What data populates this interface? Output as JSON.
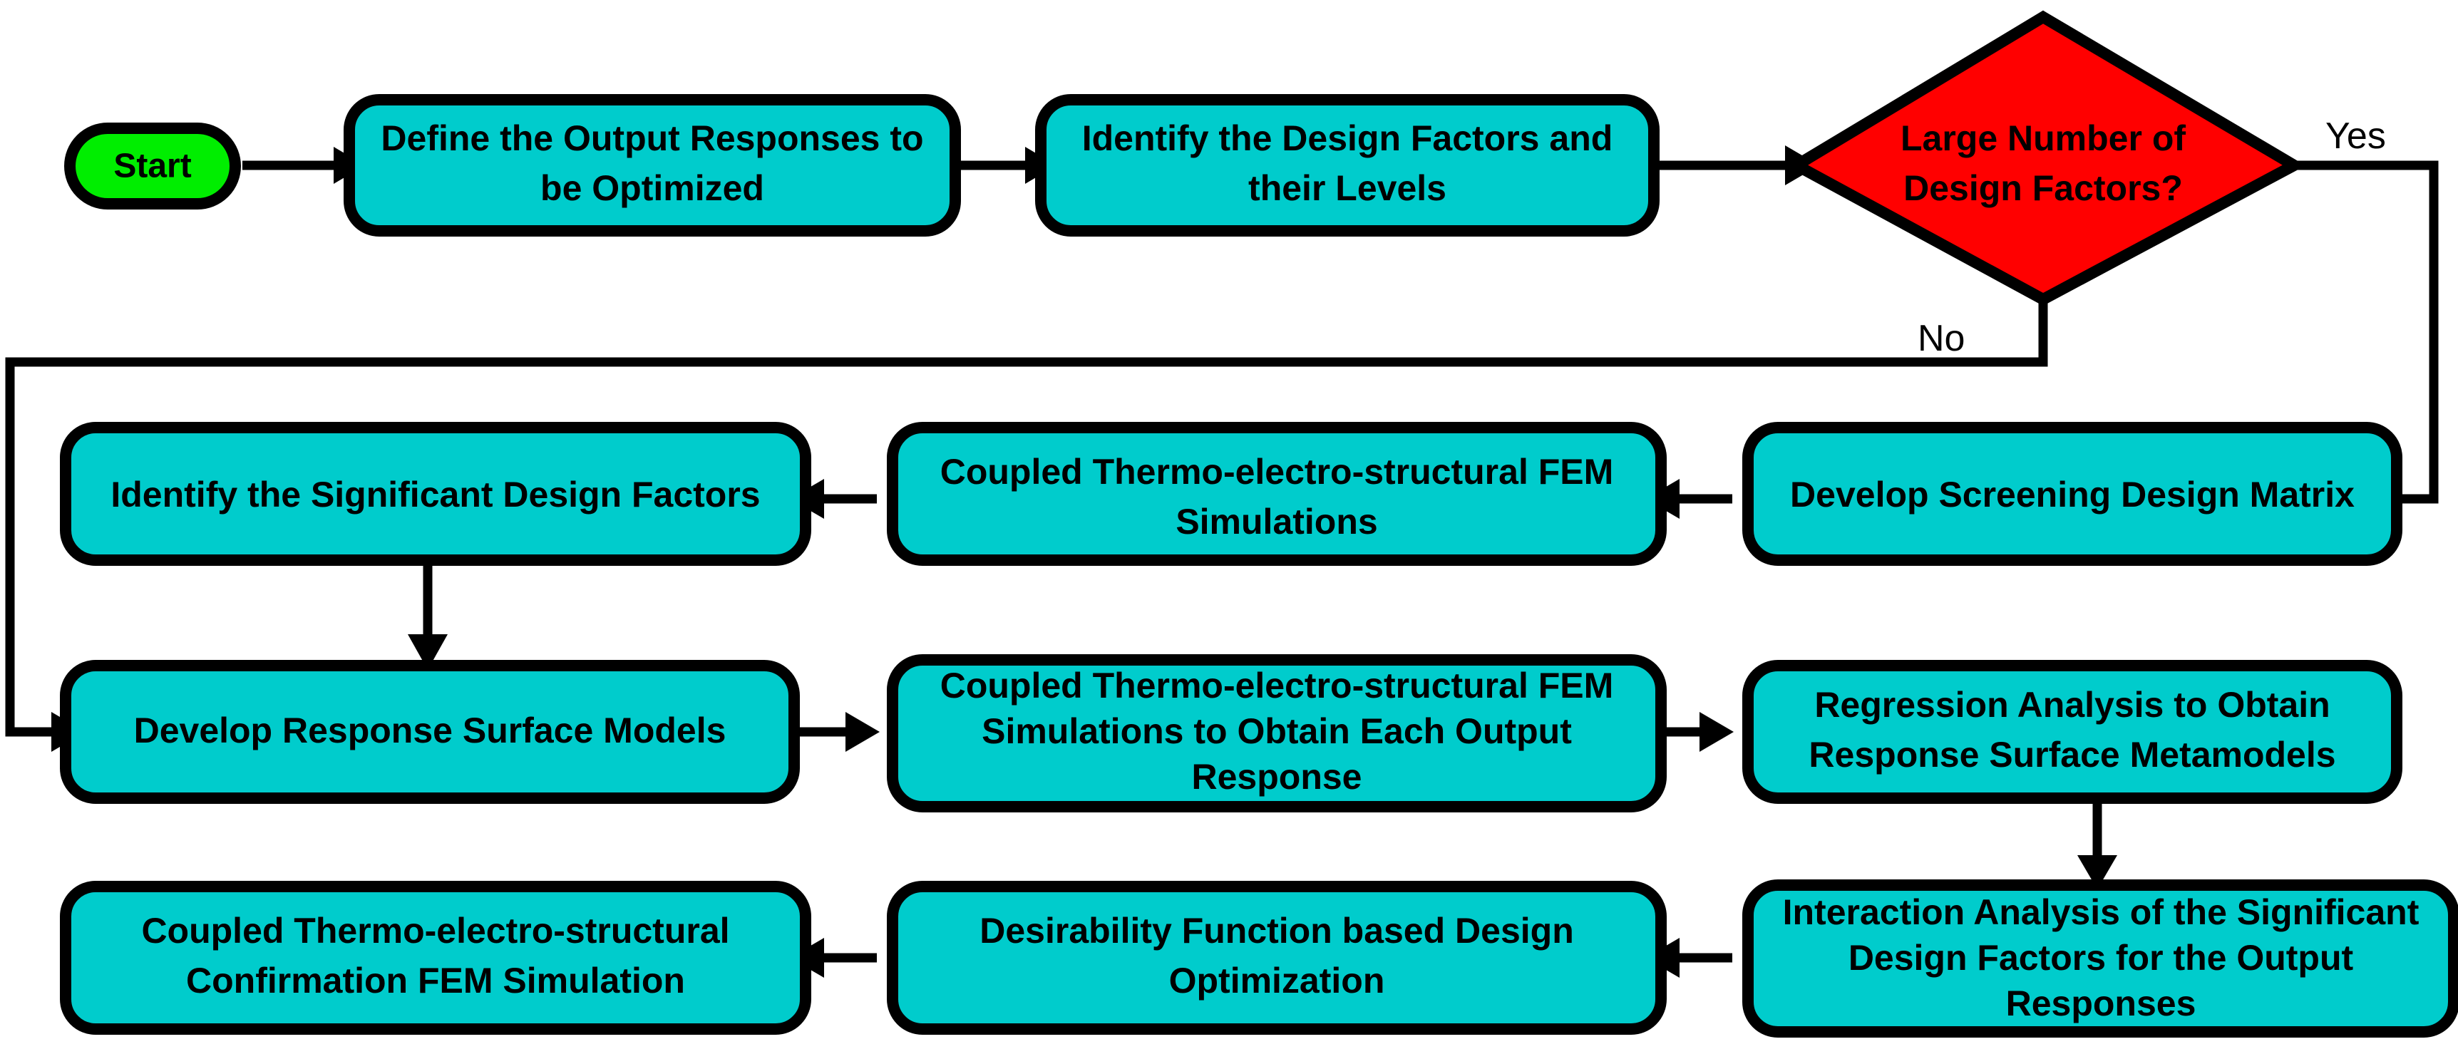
{
  "diagram": {
    "title": "Design Optimization Methodology Flowchart",
    "colors": {
      "process_fill": "#00CCCC",
      "terminator_fill": "#00EE00",
      "decision_fill": "#FF0000",
      "stroke": "#000000",
      "background": "#FFFFFF"
    },
    "nodes": [
      {
        "id": "start",
        "type": "terminator",
        "label": "Start"
      },
      {
        "id": "define",
        "type": "process",
        "label_lines": [
          "Define the Output Responses to",
          "be Optimized"
        ]
      },
      {
        "id": "identify_df",
        "type": "process",
        "label_lines": [
          "Identify the Design Factors and",
          "their Levels"
        ]
      },
      {
        "id": "decision",
        "type": "decision",
        "label_lines": [
          "Large Number of",
          "Design Factors?"
        ]
      },
      {
        "id": "screening",
        "type": "process",
        "label_lines": [
          "Develop Screening Design Matrix"
        ]
      },
      {
        "id": "fem1",
        "type": "process",
        "label_lines": [
          "Coupled Thermo-electro-structural FEM",
          "Simulations"
        ]
      },
      {
        "id": "sig_factors",
        "type": "process",
        "label_lines": [
          "Identify the Significant Design Factors"
        ]
      },
      {
        "id": "rsm",
        "type": "process",
        "label_lines": [
          "Develop Response Surface Models"
        ]
      },
      {
        "id": "fem2",
        "type": "process",
        "label_lines": [
          "Coupled Thermo-electro-structural FEM",
          "Simulations to Obtain Each Output",
          "Response"
        ]
      },
      {
        "id": "regression",
        "type": "process",
        "label_lines": [
          "Regression Analysis to Obtain",
          "Response Surface Metamodels"
        ]
      },
      {
        "id": "interaction",
        "type": "process",
        "label_lines": [
          "Interaction Analysis of the Significant",
          "Design Factors for the Output",
          "Responses"
        ]
      },
      {
        "id": "desirability",
        "type": "process",
        "label_lines": [
          "Desirability Function based Design",
          "Optimization"
        ]
      },
      {
        "id": "confirm",
        "type": "process",
        "label_lines": [
          "Coupled Thermo-electro-structural",
          "Confirmation FEM Simulation"
        ]
      }
    ],
    "edge_labels": [
      {
        "id": "yes",
        "text": "Yes"
      },
      {
        "id": "no",
        "text": "No"
      }
    ]
  }
}
